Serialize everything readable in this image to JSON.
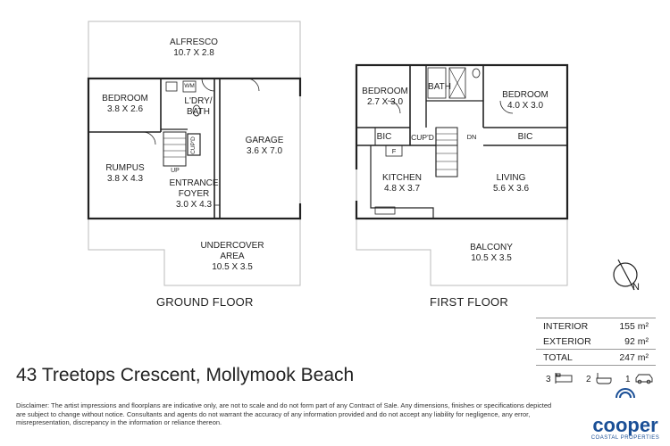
{
  "ground_floor": {
    "title": "GROUND FLOOR",
    "rooms": [
      {
        "name": "ALFRESCO",
        "size": "10.7 X 2.8"
      },
      {
        "name": "BEDROOM",
        "size": "3.8 X 2.6"
      },
      {
        "name": "L'DRY/ BATH",
        "size": ""
      },
      {
        "name": "GARAGE",
        "size": "3.6 X 7.0"
      },
      {
        "name": "RUMPUS",
        "size": "3.8 X 4.3"
      },
      {
        "name": "ENTRANCE FOYER",
        "size": "3.0 X 4.3"
      },
      {
        "name": "UNDERCOVER AREA",
        "size": "10.5 X 3.5"
      }
    ],
    "labels": {
      "wm": "WM",
      "cupd": "CUP'D",
      "up": "UP"
    }
  },
  "first_floor": {
    "title": "FIRST FLOOR",
    "rooms": [
      {
        "name": "BEDROOM",
        "size": "2.7 X 3.0"
      },
      {
        "name": "BATH",
        "size": ""
      },
      {
        "name": "BEDROOM",
        "size": "4.0 X 3.0"
      },
      {
        "name": "KITCHEN",
        "size": "4.8 X 3.7"
      },
      {
        "name": "LIVING",
        "size": "5.6 X 3.6"
      },
      {
        "name": "BALCONY",
        "size": "10.5 X 3.5"
      }
    ],
    "labels": {
      "bic_left": "BIC",
      "cupd": "CUP'D",
      "dn": "DN",
      "bic_right": "BIC",
      "fridge": "F"
    }
  },
  "address": "43 Treetops Crescent, Mollymook Beach",
  "areas": {
    "interior_label": "INTERIOR",
    "interior_value": "155 m²",
    "exterior_label": "EXTERIOR",
    "exterior_value": "92 m²",
    "total_label": "TOTAL",
    "total_value": "247 m²"
  },
  "features": {
    "bedrooms": "3",
    "bathrooms": "2",
    "cars": "1"
  },
  "compass": {
    "north": "N"
  },
  "disclaimer": "Disclaimer: The artist impressions and floorplans are indicative only, are not to scale and do not form part of any Contract of Sale. Any dimensions, finishes or specifications depicted are subject to change without notice. Consultants and agents do not warrant the accuracy of any information provided and do not accept any liability for negligence, any error, misrepresentation, discrepancy in the information or reliance thereon.",
  "brand": {
    "name": "cooper",
    "tagline": "COASTAL PROPERTIES",
    "color": "#1a4f96"
  }
}
